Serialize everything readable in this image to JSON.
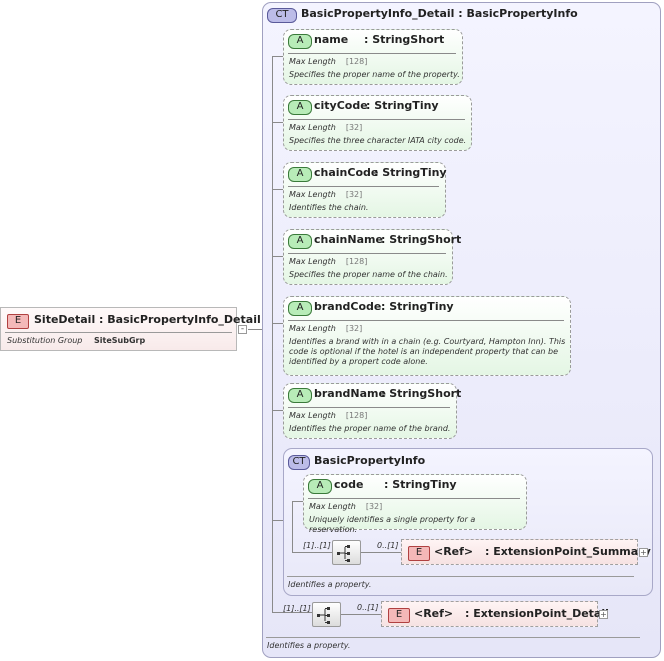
{
  "site_detail": {
    "tag": "E",
    "title": "SiteDetail : BasicPropertyInfo_Detail",
    "sub_label": "Substitution Group",
    "sub_value": "SiteSubGrp"
  },
  "outer_type": {
    "tag": "CT",
    "title": "BasicPropertyInfo_Detail : BasicPropertyInfo",
    "description": "Identifies a property."
  },
  "attributes": [
    {
      "tag": "A",
      "name": "name",
      "type": ": StringShort",
      "facet": "Max Length",
      "facet_value": "[128]",
      "description": "Specifies the proper name of the property."
    },
    {
      "tag": "A",
      "name": "cityCode",
      "type": ": StringTiny",
      "facet": "Max Length",
      "facet_value": "[32]",
      "description": "Specifies the three character IATA city code."
    },
    {
      "tag": "A",
      "name": "chainCode",
      "type": ": StringTiny",
      "facet": "Max Length",
      "facet_value": "[32]",
      "description": "Identifies the chain."
    },
    {
      "tag": "A",
      "name": "chainName",
      "type": ": StringShort",
      "facet": "Max Length",
      "facet_value": "[128]",
      "description": "Specifies the proper name of the chain."
    },
    {
      "tag": "A",
      "name": "brandCode",
      "type": ": StringTiny",
      "facet": "Max Length",
      "facet_value": "[32]",
      "description": "Identifies a brand with in a chain (e.g. Courtyard, Hampton Inn).  This code is optional if the hotel is an independent property that can be identified by a propert code alone."
    },
    {
      "tag": "A",
      "name": "brandName",
      "type": ": StringShort",
      "facet": "Max Length",
      "facet_value": "[128]",
      "description": "Identifies the proper name of the brand."
    }
  ],
  "inner_type": {
    "tag": "CT",
    "title": "BasicPropertyInfo",
    "description": "Identifies a property.",
    "attribute": {
      "tag": "A",
      "name": "code",
      "type": ": StringTiny",
      "facet": "Max Length",
      "facet_value": "[32]",
      "description": "Uniquely identifies a single property for a reservation."
    },
    "sequence_card": "[1]..[1]",
    "ref": {
      "tag": "E",
      "card": "0..[1]",
      "label": "<Ref>",
      "type": ": ExtensionPoint_Summary"
    }
  },
  "outer_sequence": {
    "card": "[1]..[1]",
    "ref": {
      "tag": "E",
      "card": "0..[1]",
      "label": "<Ref>",
      "type": ": ExtensionPoint_Detail"
    }
  },
  "colors": {
    "attribute_fill": "#e4f6e4",
    "complex_type_fill": "#e6e6f8",
    "element_fill": "#f8eaea"
  }
}
